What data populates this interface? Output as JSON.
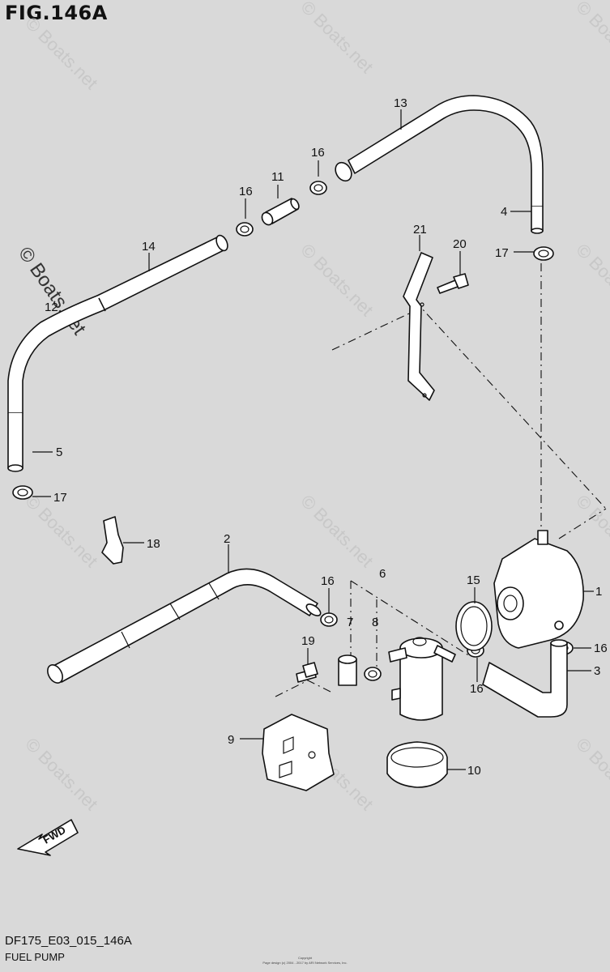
{
  "figure": {
    "title": "FIG.146A",
    "code": "DF175_E03_015_146A",
    "name": "FUEL PUMP",
    "copyright_line1": "Copyright",
    "copyright_line2": "Page design (c) 2004 - 2017 by ARI Network Services, Inc.",
    "fwd_label": "FWD",
    "watermark": "© Boats.net"
  },
  "callouts": [
    {
      "num": "1"
    },
    {
      "num": "2"
    },
    {
      "num": "3"
    },
    {
      "num": "4"
    },
    {
      "num": "5"
    },
    {
      "num": "6"
    },
    {
      "num": "7"
    },
    {
      "num": "8"
    },
    {
      "num": "9"
    },
    {
      "num": "10"
    },
    {
      "num": "11"
    },
    {
      "num": "12"
    },
    {
      "num": "13"
    },
    {
      "num": "14"
    },
    {
      "num": "15"
    },
    {
      "num": "16"
    },
    {
      "num": "16"
    },
    {
      "num": "16"
    },
    {
      "num": "16"
    },
    {
      "num": "16"
    },
    {
      "num": "17"
    },
    {
      "num": "17"
    },
    {
      "num": "18"
    },
    {
      "num": "19"
    },
    {
      "num": "20"
    },
    {
      "num": "21"
    }
  ],
  "colors": {
    "background": "#d9d9d9",
    "line": "#111111",
    "part_fill": "#ffffff",
    "watermark": "#c8c8c8"
  }
}
